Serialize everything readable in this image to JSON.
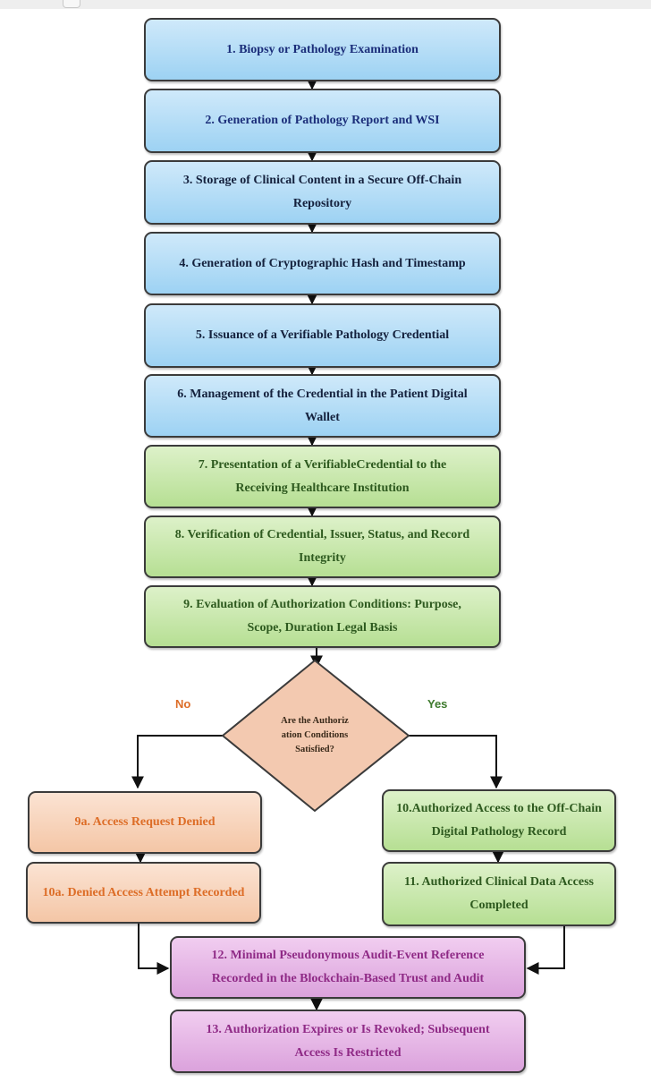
{
  "steps": {
    "s1": "1.    Biopsy or Pathology Examination",
    "s2": "2. Generation of Pathology Report and WSI",
    "s3": "3. Storage of Clinical Content in a Secure Off-Chain Repository",
    "s4": "4. Generation of Cryptographic Hash and Timestamp",
    "s5": "5. Issuance of a Verifiable Pathology Credential",
    "s6": "6. Management of the Credential in the Patient Digital Wallet",
    "s7": "7. Presentation of a VerifiableCredential to the Receiving Healthcare Institution",
    "s8": "8. Verification of Credential, Issuer, Status, and Record Integrity",
    "s9": "9. Evaluation of Authorization Conditions: Purpose, Scope, Duration Legal Basis",
    "s9a": "9a. Access Request Denied",
    "s10a": "10a. Denied Access Attempt Recorded",
    "s10": "10.Authorized Access to the Off-Chain Digital Pathology Record",
    "s11": "11. Authorized Clinical Data Access Completed",
    "s12": "12. Minimal Pseudonymous Audit-Event Reference Recorded in the Blockchain-Based Trust and Audit",
    "s13": "13. Authorization Expires or Is Revoked; Subsequent Access Is Restricted"
  },
  "decision": {
    "question": "Are the Authorization Conditions Satisfied?",
    "no_label": "No",
    "yes_label": "Yes"
  },
  "colors": {
    "blue": "#a9d8f5",
    "green": "#c2e5a3",
    "orange": "#f6cdb0",
    "purple": "#e1acdf",
    "decision": "#f3c9b0",
    "no": "#dd6d27",
    "yes": "#3d7a2d"
  }
}
